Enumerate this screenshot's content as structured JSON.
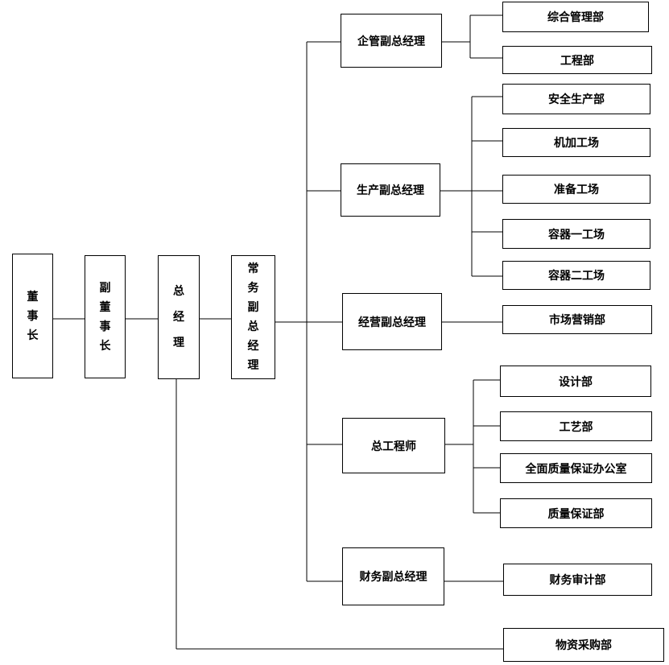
{
  "org": {
    "chairman": [
      "董",
      "事",
      "长"
    ],
    "vice_chairman": [
      "副",
      "董",
      "事",
      "长"
    ],
    "general_manager": [
      "总",
      "经",
      "理"
    ],
    "executive_vp": [
      "常",
      "务",
      "副",
      "总",
      "经",
      "理"
    ],
    "enterprise_vp": "企管副总经理",
    "production_vp": "生产副总经理",
    "operations_vp": "经营副总经理",
    "chief_engineer": "总工程师",
    "finance_vp": "财务副总经理",
    "departments": {
      "general_admin": "综合管理部",
      "engineering": "工程部",
      "safety": "安全生产部",
      "machining": "机加工场",
      "preparation": "准备工场",
      "vessel_1": "容器一工场",
      "vessel_2": "容器二工场",
      "marketing": "市场营销部",
      "design": "设计部",
      "process": "工艺部",
      "tqc_office": "全面质量保证办公室",
      "qa": "质量保证部",
      "audit": "财务审计部",
      "procurement": "物资采购部"
    }
  }
}
